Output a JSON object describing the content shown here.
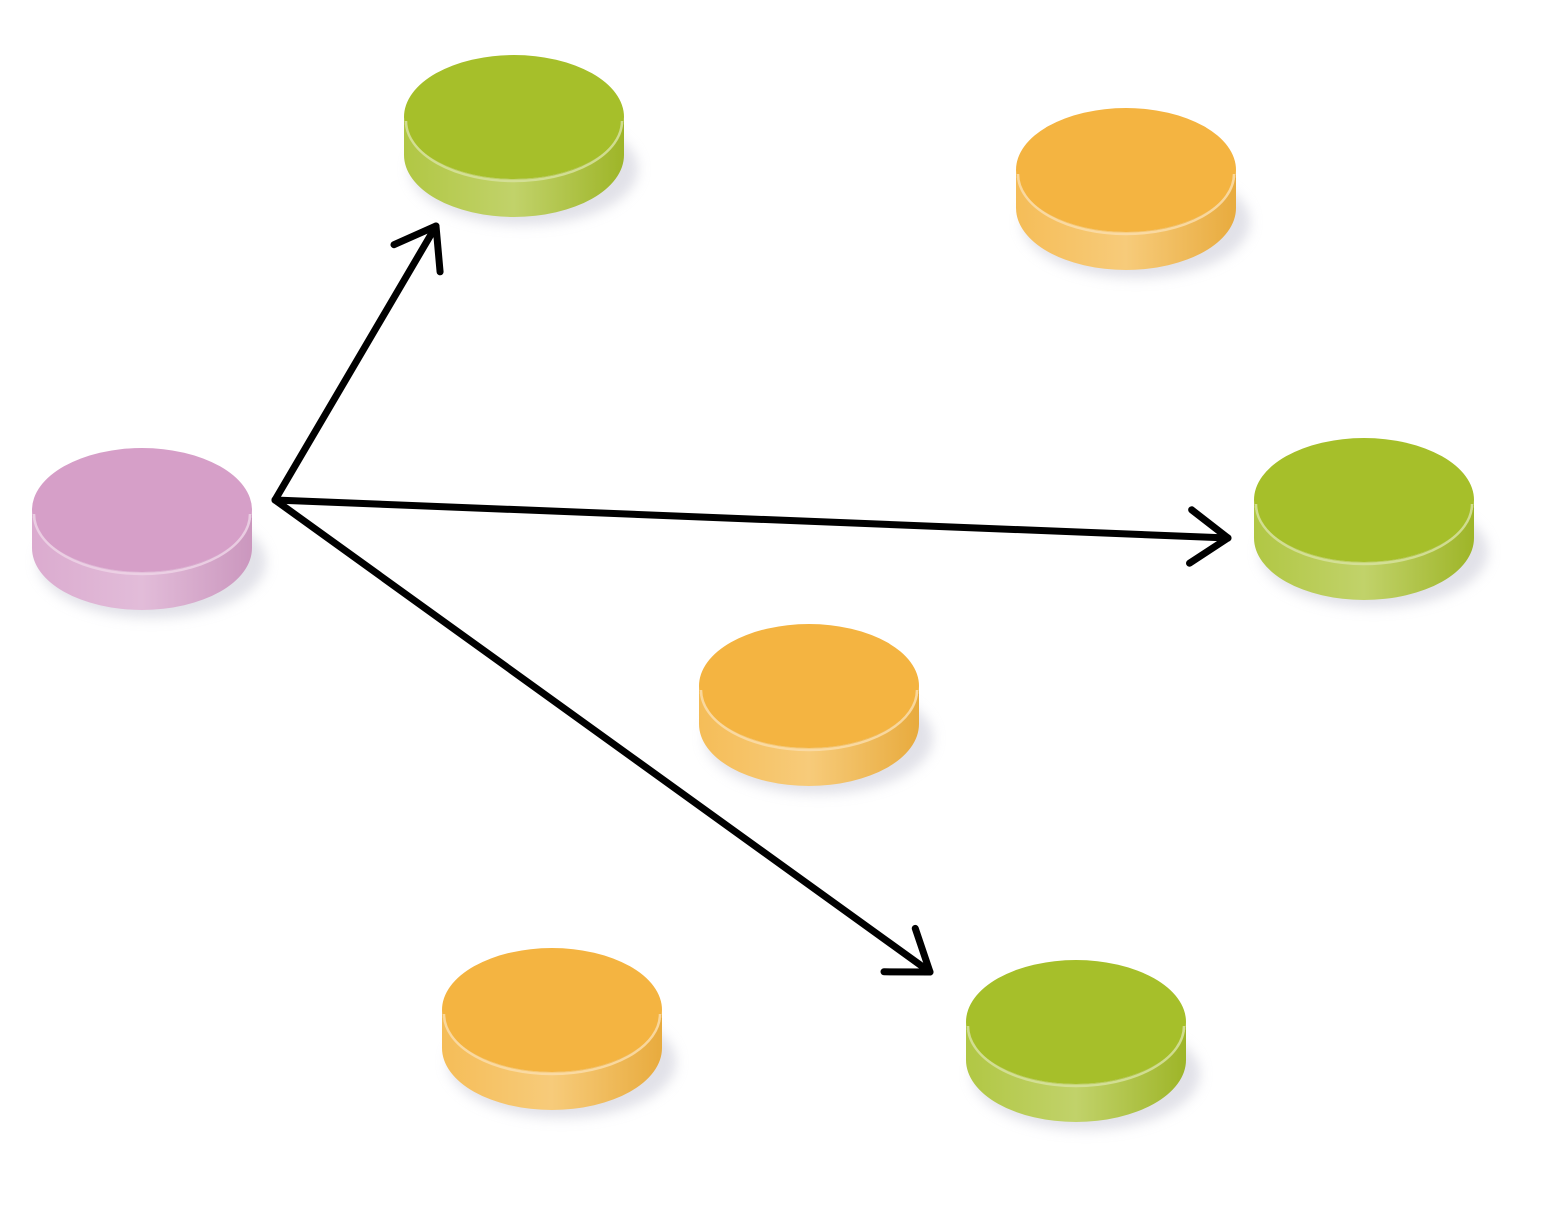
{
  "diagram": {
    "node_colors": {
      "source": "#d69fc8",
      "target": "#a6bf2a",
      "other": "#f4b441"
    },
    "nodes": [
      {
        "id": "source",
        "role": "source"
      },
      {
        "id": "target-top",
        "role": "target"
      },
      {
        "id": "target-right",
        "role": "target"
      },
      {
        "id": "target-bottom",
        "role": "target"
      },
      {
        "id": "other-top-right",
        "role": "other"
      },
      {
        "id": "other-center",
        "role": "other"
      },
      {
        "id": "other-bottom-left",
        "role": "other"
      }
    ],
    "edges": [
      {
        "from": "source",
        "to": "target-top"
      },
      {
        "from": "source",
        "to": "target-right"
      },
      {
        "from": "source",
        "to": "target-bottom"
      }
    ],
    "edge_color": "#000000"
  }
}
